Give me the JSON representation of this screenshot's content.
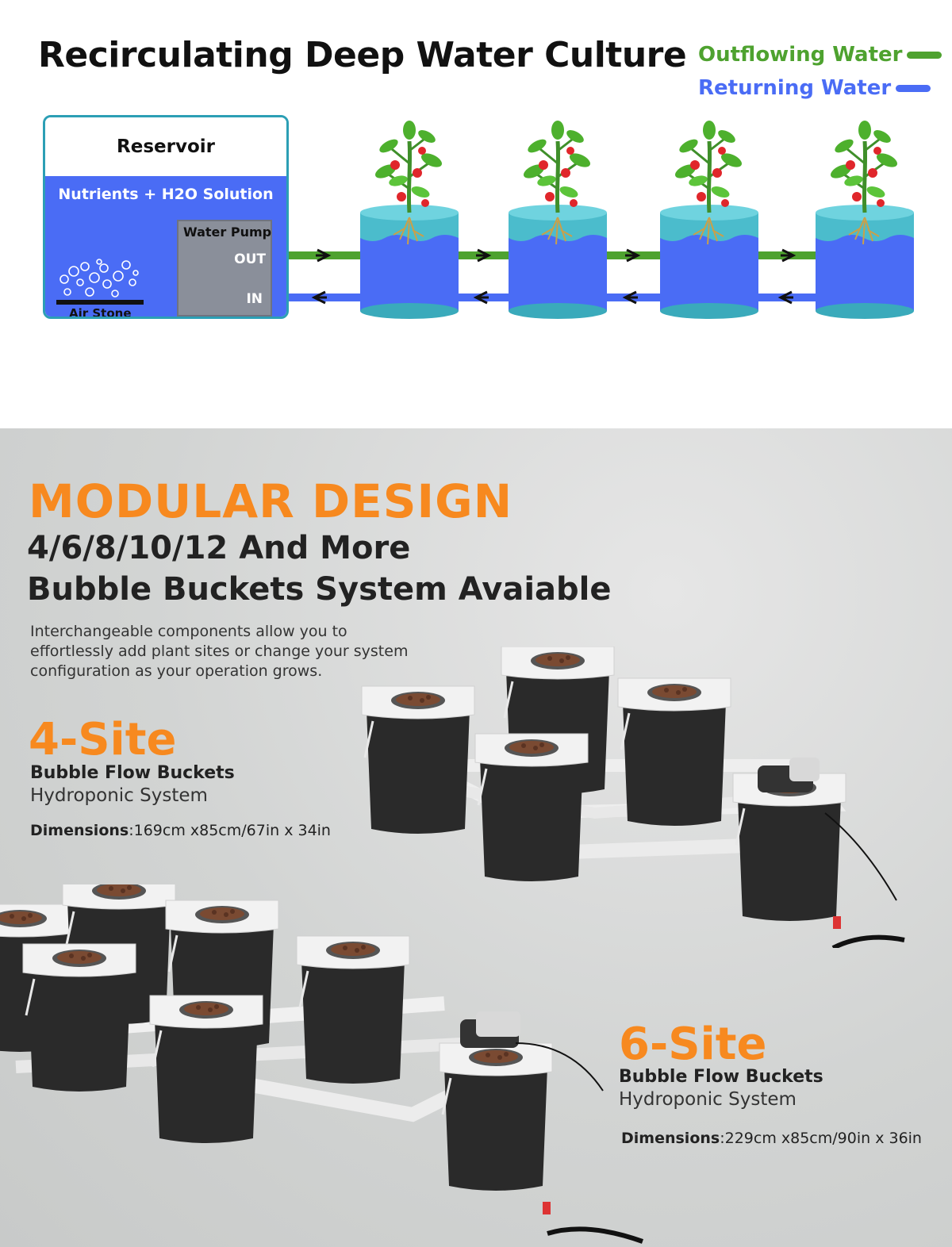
{
  "diagram": {
    "title": "Recirculating Deep Water Culture",
    "legend": [
      {
        "label": "Outflowing Water",
        "color": "#4ea22f"
      },
      {
        "label": "Returning Water",
        "color": "#4a6cf5"
      }
    ],
    "reservoir": {
      "title": "Reservoir",
      "solution": "Nutrients + H2O Solution",
      "pump_label": "Water Pump",
      "out_label": "OUT",
      "in_label": "IN",
      "airstone_label": "Air Stone"
    },
    "colors": {
      "water": "#4a6cf5",
      "bucket_top": "#4bbccc",
      "outflow": "#4ea22f",
      "border": "#2c9fb5"
    },
    "plant_buckets": 4
  },
  "modular": {
    "title": "MODULAR DESIGN",
    "subtitle_line1": "4/6/8/10/12 And More",
    "subtitle_line2": "Bubble Buckets System Avaiable",
    "description": "Interchangeable components allow you to effortlessly add plant sites or change your system configuration as your operation grows.",
    "accent_color": "#f7891f",
    "systems": [
      {
        "size": "4-Site",
        "name": "Bubble Flow Buckets",
        "type": "Hydroponic System",
        "dim_label": "Dimensions",
        "dim_value": ":169cm x85cm/67in x 34in"
      },
      {
        "size": "6-Site",
        "name": "Bubble Flow Buckets",
        "type": "Hydroponic System",
        "dim_label": "Dimensions",
        "dim_value": ":229cm x85cm/90in x 36in"
      }
    ]
  }
}
